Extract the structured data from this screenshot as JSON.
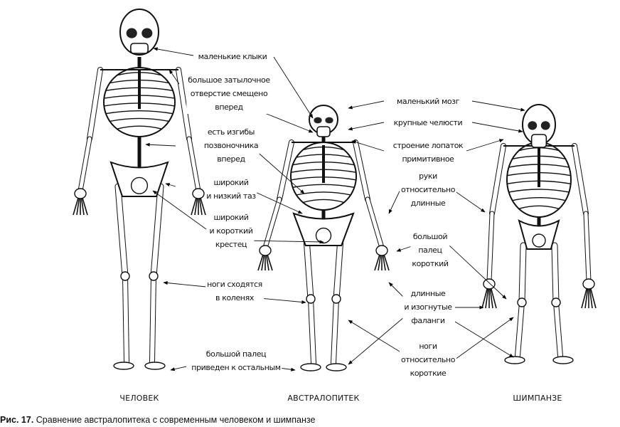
{
  "figure": {
    "number": "Рис. 17.",
    "caption": "Сравнение австралопитека с современным человеком и шимпанзе"
  },
  "species": [
    "ЧЕЛОВЕК",
    "АВСТРАЛОПИТЕК",
    "ШИМПАНЗЕ"
  ],
  "human_labels": [
    [
      "маленькие клыки"
    ],
    [
      "большое затылочное",
      "отверстие смещено",
      "вперед"
    ],
    [
      "есть изгибы",
      "позвоночника",
      "вперед"
    ],
    [
      "широкий",
      "и низкий таз"
    ],
    [
      "широкий",
      "и короткий",
      "крестец"
    ],
    [
      "ноги сходятся",
      "в коленях"
    ],
    [
      "большой палец",
      "приведен к остальным"
    ]
  ],
  "chimp_labels": [
    [
      "маленький мозг"
    ],
    [
      "крупные челюсти"
    ],
    [
      "строение лопаток",
      "примитивное"
    ],
    [
      "руки",
      "относительно",
      "длинные"
    ],
    [
      "большой",
      "палец",
      "короткий"
    ],
    [
      "длинные",
      "и изогнутые",
      "фаланги"
    ],
    [
      "ноги",
      "относительно",
      "короткие"
    ]
  ]
}
